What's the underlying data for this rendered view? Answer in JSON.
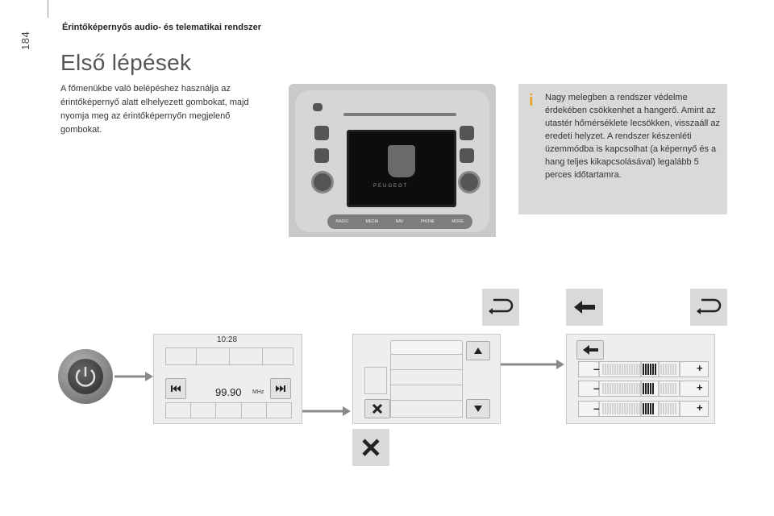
{
  "page": {
    "number": "184",
    "header": "Érintőképernyős audio- és telematikai rendszer",
    "title": "Első lépések",
    "intro": "A főmenükbe való belépéshez használja az érintőképernyő alatt elhelyezett gombokat, majd nyomja meg az érintőképernyőn megjelenő gombokat."
  },
  "info_box": {
    "icon": "info-icon",
    "text": "Nagy melegben a rendszer védelme érdekében csökkenhet a hangerő. Amint az utastér hőmérséklete lecsökken, visszaáll az eredeti helyzet. A rendszer készenléti üzemmódba is kapcsolhat (a képernyő és a hang teljes kikapcsolásával) legalább 5 perces időtartamra."
  },
  "head_unit": {
    "brand": "PEUGEOT",
    "buttons": [
      "RADIO",
      "MEDIA",
      "NAV",
      "PHONE",
      "MORE"
    ]
  },
  "radio_screen": {
    "time": "10:28",
    "frequency": "99.90",
    "unit": "MHz"
  },
  "accent_color": "#e8a32a",
  "arrow_color": "#8a8a8a"
}
